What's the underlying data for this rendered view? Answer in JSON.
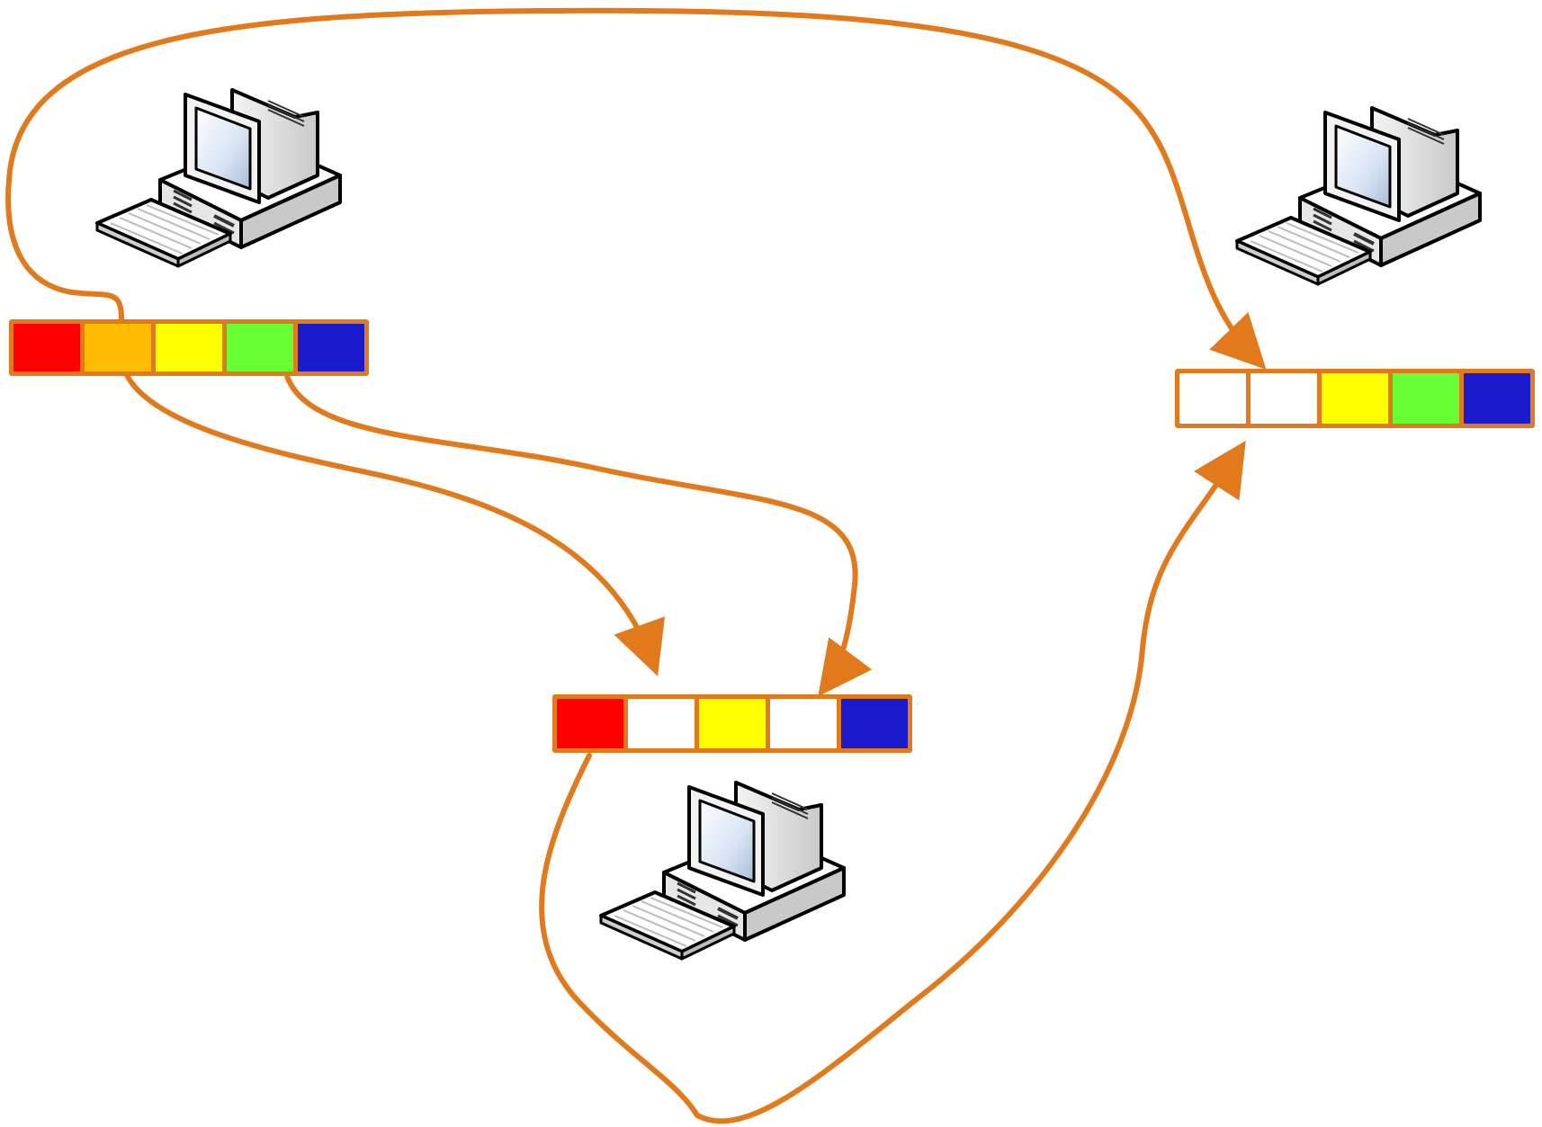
{
  "diagram": {
    "arrow_color": "#e07a1c",
    "bar_border_color": "#e07a1c",
    "peers": [
      {
        "id": "peer-a",
        "icon": "desktop-computer-icon",
        "pieces": [
          {
            "color": "#ff0000",
            "have": true
          },
          {
            "color": "#ffbb00",
            "have": true
          },
          {
            "color": "#ffff00",
            "have": true
          },
          {
            "color": "#66ff33",
            "have": true
          },
          {
            "color": "#1a1acc",
            "have": true
          }
        ]
      },
      {
        "id": "peer-b",
        "icon": "desktop-computer-icon",
        "pieces": [
          {
            "color": "#ff0000",
            "have": true
          },
          {
            "color": "#ffffff",
            "have": false
          },
          {
            "color": "#ffff00",
            "have": true
          },
          {
            "color": "#ffffff",
            "have": false
          },
          {
            "color": "#1a1acc",
            "have": true
          }
        ]
      },
      {
        "id": "peer-c",
        "icon": "desktop-computer-icon",
        "pieces": [
          {
            "color": "#ffffff",
            "have": false
          },
          {
            "color": "#ffffff",
            "have": false
          },
          {
            "color": "#ffff00",
            "have": true
          },
          {
            "color": "#66ff33",
            "have": true
          },
          {
            "color": "#1a1acc",
            "have": true
          }
        ]
      }
    ],
    "transfers": [
      {
        "from_peer": "peer-a",
        "from_piece": 1,
        "to_peer": "peer-c",
        "to_piece": 1
      },
      {
        "from_peer": "peer-a",
        "from_piece": 1,
        "to_peer": "peer-b",
        "to_piece": 1
      },
      {
        "from_peer": "peer-a",
        "from_piece": 3,
        "to_peer": "peer-b",
        "to_piece": 3
      },
      {
        "from_peer": "peer-b",
        "from_piece": 0,
        "to_peer": "peer-c",
        "to_piece": 0
      }
    ]
  }
}
